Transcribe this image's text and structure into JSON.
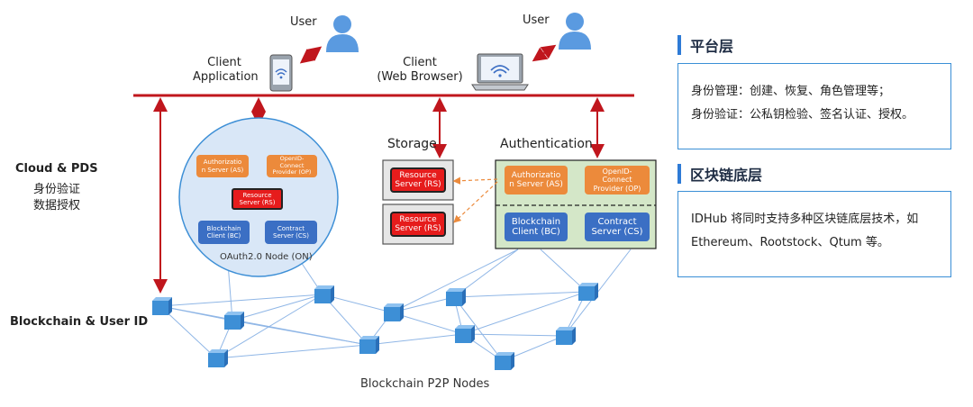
{
  "top": {
    "user_left": "User",
    "user_right": "User",
    "client_app": [
      "Client",
      "Application"
    ],
    "client_web": [
      "Client",
      "(Web Browser)"
    ]
  },
  "left_labels": {
    "cloud_pds": "Cloud & PDS",
    "identity_verify": "身份验证",
    "data_auth": "数据授权",
    "blockchain_user": "Blockchain & User ID"
  },
  "oauth_node": {
    "authorization_server": [
      "Authorizatio",
      "n Server (AS)"
    ],
    "openid_provider": [
      "OpenID-",
      "Connect",
      "Provider (OP)"
    ],
    "resource_server": [
      "Resource",
      "Server (RS)"
    ],
    "blockchain_client": [
      "Blockchain",
      "Client (BC)"
    ],
    "contract_server": [
      "Contract",
      "Server (CS)"
    ],
    "caption": "OAuth2.0 Node (ON)"
  },
  "storage": {
    "title": "Storage",
    "rs1": [
      "Resource",
      "Server (RS)"
    ],
    "rs2": [
      "Resource",
      "Server (RS)"
    ]
  },
  "authentication": {
    "title": "Authentication",
    "authorization_server": [
      "Authorizatio",
      "n Server (AS)"
    ],
    "openid_provider": [
      "OpenID-",
      "Connect",
      "Provider (OP)"
    ],
    "blockchain_client": [
      "Blockchain",
      "Client (BC)"
    ],
    "contract_server": [
      "Contract",
      "Server (CS)"
    ]
  },
  "network_caption": "Blockchain P2P Nodes",
  "side": {
    "platform_title": "平台层",
    "platform_lines": [
      "身份管理：创建、恢复、角色管理等；",
      "身份验证：公私钥检验、签名认证、授权。"
    ],
    "chain_title": "区块链底层",
    "chain_lines": [
      "IDHub 将同时支持多种区块链底层技术，如",
      "Ethereum、Rootstock、Qtum 等。"
    ]
  },
  "colors": {
    "bus": "#c0161d",
    "orange": "#ec8a3b",
    "blue": "#3b6fc4",
    "red": "#e61c1c",
    "auth_bg": "#d4e7c8",
    "node": "#3d8fd6",
    "accent": "#2e7bd6"
  },
  "icons": [
    "user-icon",
    "phone-icon",
    "laptop-icon",
    "cube-icon"
  ]
}
